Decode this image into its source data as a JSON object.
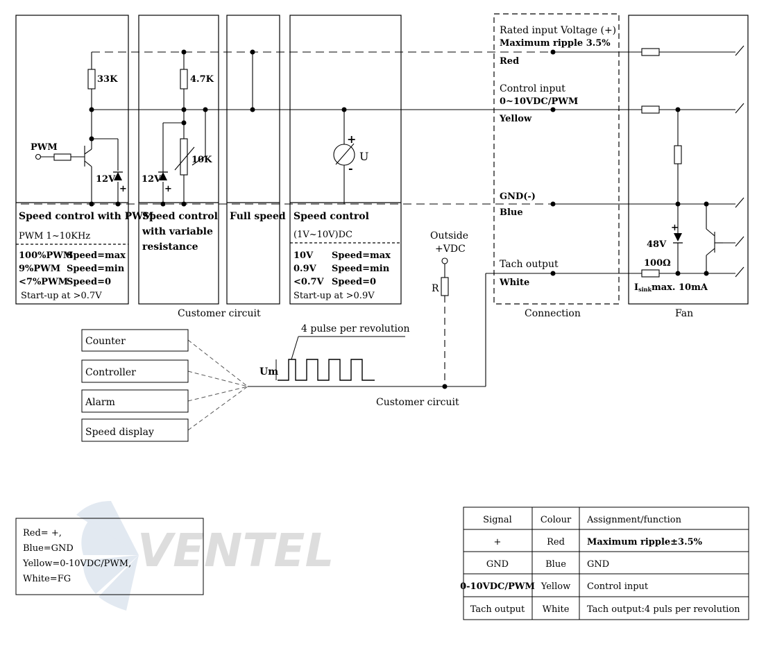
{
  "boxes": {
    "pwm": {
      "title": "Speed control with PWM",
      "freq": "PWM  1~10KHz",
      "rows": [
        {
          "a": "100%PWM",
          "b": "Speed=max"
        },
        {
          "a": "9%PWM",
          "b": "Speed=min"
        },
        {
          "a": "<7%PWM",
          "b": "Speed=0"
        }
      ],
      "startup": "Start-up at >0.7V",
      "resistor": "33K",
      "input": "PWM",
      "zener": "12V"
    },
    "variable": {
      "title_line1": "Speed control",
      "title_line2": "with variable",
      "title_line3": "resistance",
      "r1": "4.7K",
      "r2": "10K",
      "zener": "12V"
    },
    "full": {
      "title": "Full speed"
    },
    "dc": {
      "title_line1": "Speed control",
      "title_line2": "(1V~10V)DC",
      "rows": [
        {
          "a": "10V",
          "b": "Speed=max"
        },
        {
          "a": "0.9V",
          "b": "Speed=min"
        },
        {
          "a": "<0.7V",
          "b": "Speed=0"
        }
      ],
      "startup": "Start-up at >0.9V",
      "meter": "U",
      "plus": "+",
      "minus": "-"
    }
  },
  "connection": {
    "rated_line1": "Rated input Voltage (+)",
    "rated_line2": "Maximum ripple 3.5%",
    "red": "Red",
    "control_line1": "Control input",
    "control_line2": "0~10VDC/PWM",
    "yellow": "Yellow",
    "gnd": "GND(-)",
    "blue": "Blue",
    "tach": "Tach output",
    "white": "White"
  },
  "fan": {
    "zener": "48V",
    "resistor": "100Ω",
    "isink_prefix": "I",
    "isink_sub": "sink",
    "isink_suffix": "max. 10mA"
  },
  "captions": {
    "customer_circuit_top": "Customer circuit",
    "connection": "Connection",
    "fan": "Fan",
    "customer_circuit_bottom": "Customer circuit"
  },
  "outside": {
    "line1": "Outside",
    "line2": "+VDC",
    "resistor": "R"
  },
  "pulse": {
    "label": "4 pulse per revolution",
    "amplitude": "Um"
  },
  "devices": [
    "Counter",
    "Controller",
    "Alarm",
    "Speed display"
  ],
  "legend": [
    "Red= +,",
    "Blue=GND",
    "Yellow=0-10VDC/PWM,",
    "White=FG"
  ],
  "watermark": "VENTEL",
  "table": {
    "headers": [
      "Signal",
      "Colour",
      "Assignment/function"
    ],
    "rows": [
      [
        "+",
        "Red",
        "Maximum ripple±3.5%"
      ],
      [
        "GND",
        "Blue",
        "GND"
      ],
      [
        "0-10VDC/PWM",
        "Yellow",
        "Control input"
      ],
      [
        "Tach output",
        "White",
        "Tach output:4 puls per revolution"
      ]
    ]
  }
}
